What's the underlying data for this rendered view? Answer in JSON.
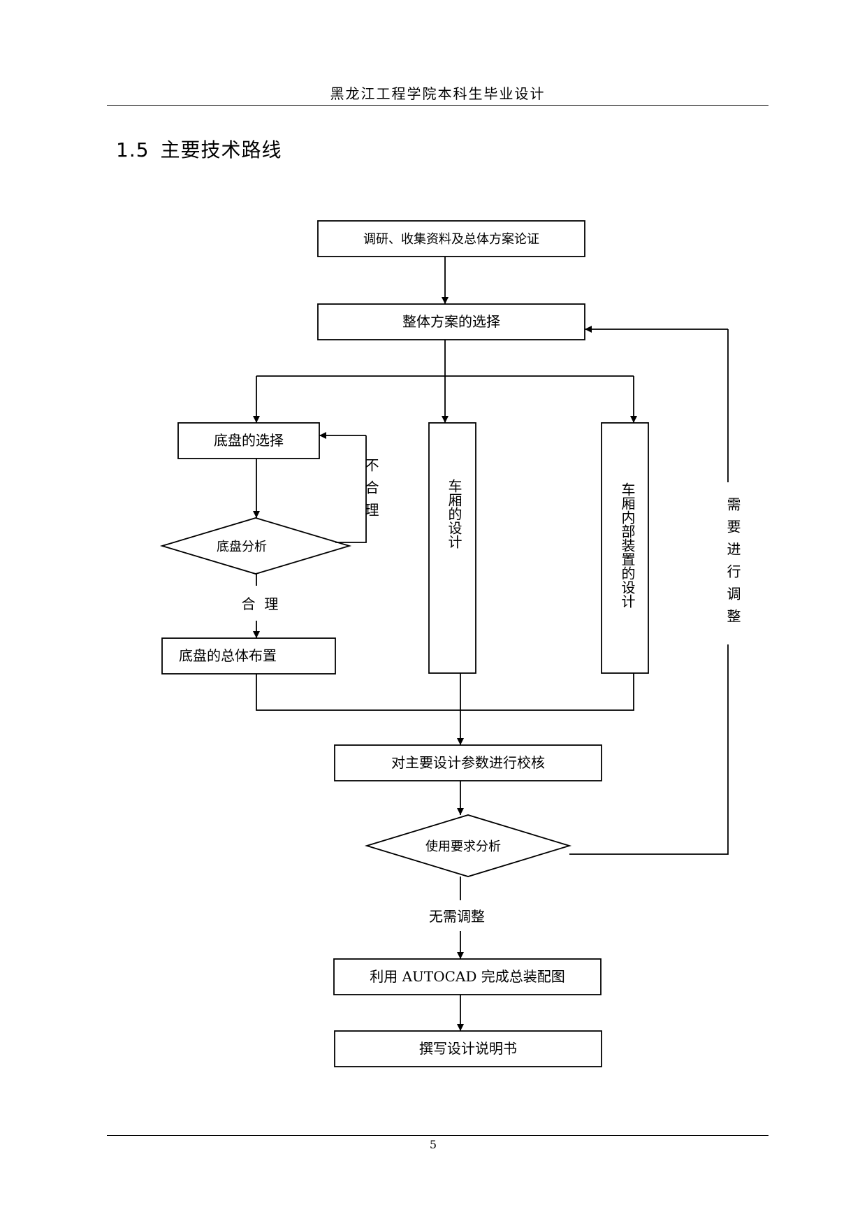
{
  "header": {
    "title": "黑龙江工程学院本科生毕业设计"
  },
  "section": {
    "number": "1.5",
    "title": "主要技术路线"
  },
  "flowchart": {
    "research": "调研、收集资料及总体方案论证",
    "overall_scheme": "整体方案的选择",
    "chassis_select": "底盘的选择",
    "chassis_analysis": "底盘分析",
    "not_reasonable": "不合理",
    "reasonable": "合  理",
    "chassis_layout": "底盘的总体布置",
    "carriage_design": "车厢的设计",
    "interior_design": "车厢内部装置的设计",
    "need_adjust": "需要进行调整",
    "param_check": "对主要设计参数进行校核",
    "usage_analysis": "使用要求分析",
    "no_adjust": "无需调整",
    "autocad": "利用 AUTOCAD 完成总装配图",
    "write_manual": "撰写设计说明书"
  },
  "footer": {
    "page": "5"
  }
}
